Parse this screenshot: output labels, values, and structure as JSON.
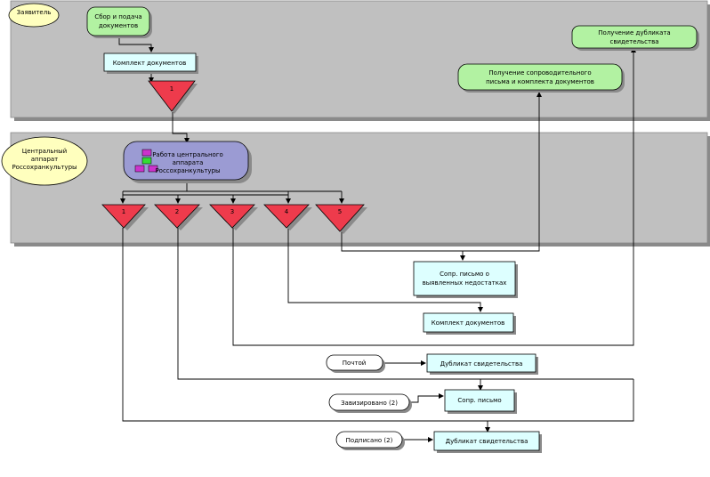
{
  "lanes": {
    "applicant": "Заявитель",
    "central": [
      "Центральный",
      "аппарат",
      "Россохранкультуры"
    ]
  },
  "nodes": {
    "collect": [
      "Сбор и подача",
      "документов"
    ],
    "kit_top": "Комплект документов",
    "receive_duplicate": [
      "Получение дубликата",
      "свидетельства"
    ],
    "receive_cover": [
      "Получение сопроводительного",
      "письма и комплекта документов"
    ],
    "work": [
      "Работа центрального",
      "аппарата",
      "Россохранкультуры"
    ],
    "cover_deficiencies": [
      "Сопр. письмо о",
      "выявленных недостатках"
    ],
    "kit_bottom": "Комплект документов",
    "by_mail": "Почтой",
    "duplicate_1": "Дубликат свидетельства",
    "registered": "Завизировано (2)",
    "cover_letter": "Сопр. письмо",
    "signed": "Подписано (2)",
    "duplicate_2": "Дубликат свидетельства"
  },
  "decisions": {
    "top": "1",
    "d1": "1",
    "d2": "2",
    "d3": "3",
    "d4": "4",
    "d5": "5"
  },
  "colors": {
    "lane_fill": "#c0c0c0",
    "green": "#b2f2a2",
    "cyan": "#ddffff",
    "lavender": "#9b9bd3",
    "yellow": "#ffffbe",
    "red": "#ee3b4c"
  }
}
